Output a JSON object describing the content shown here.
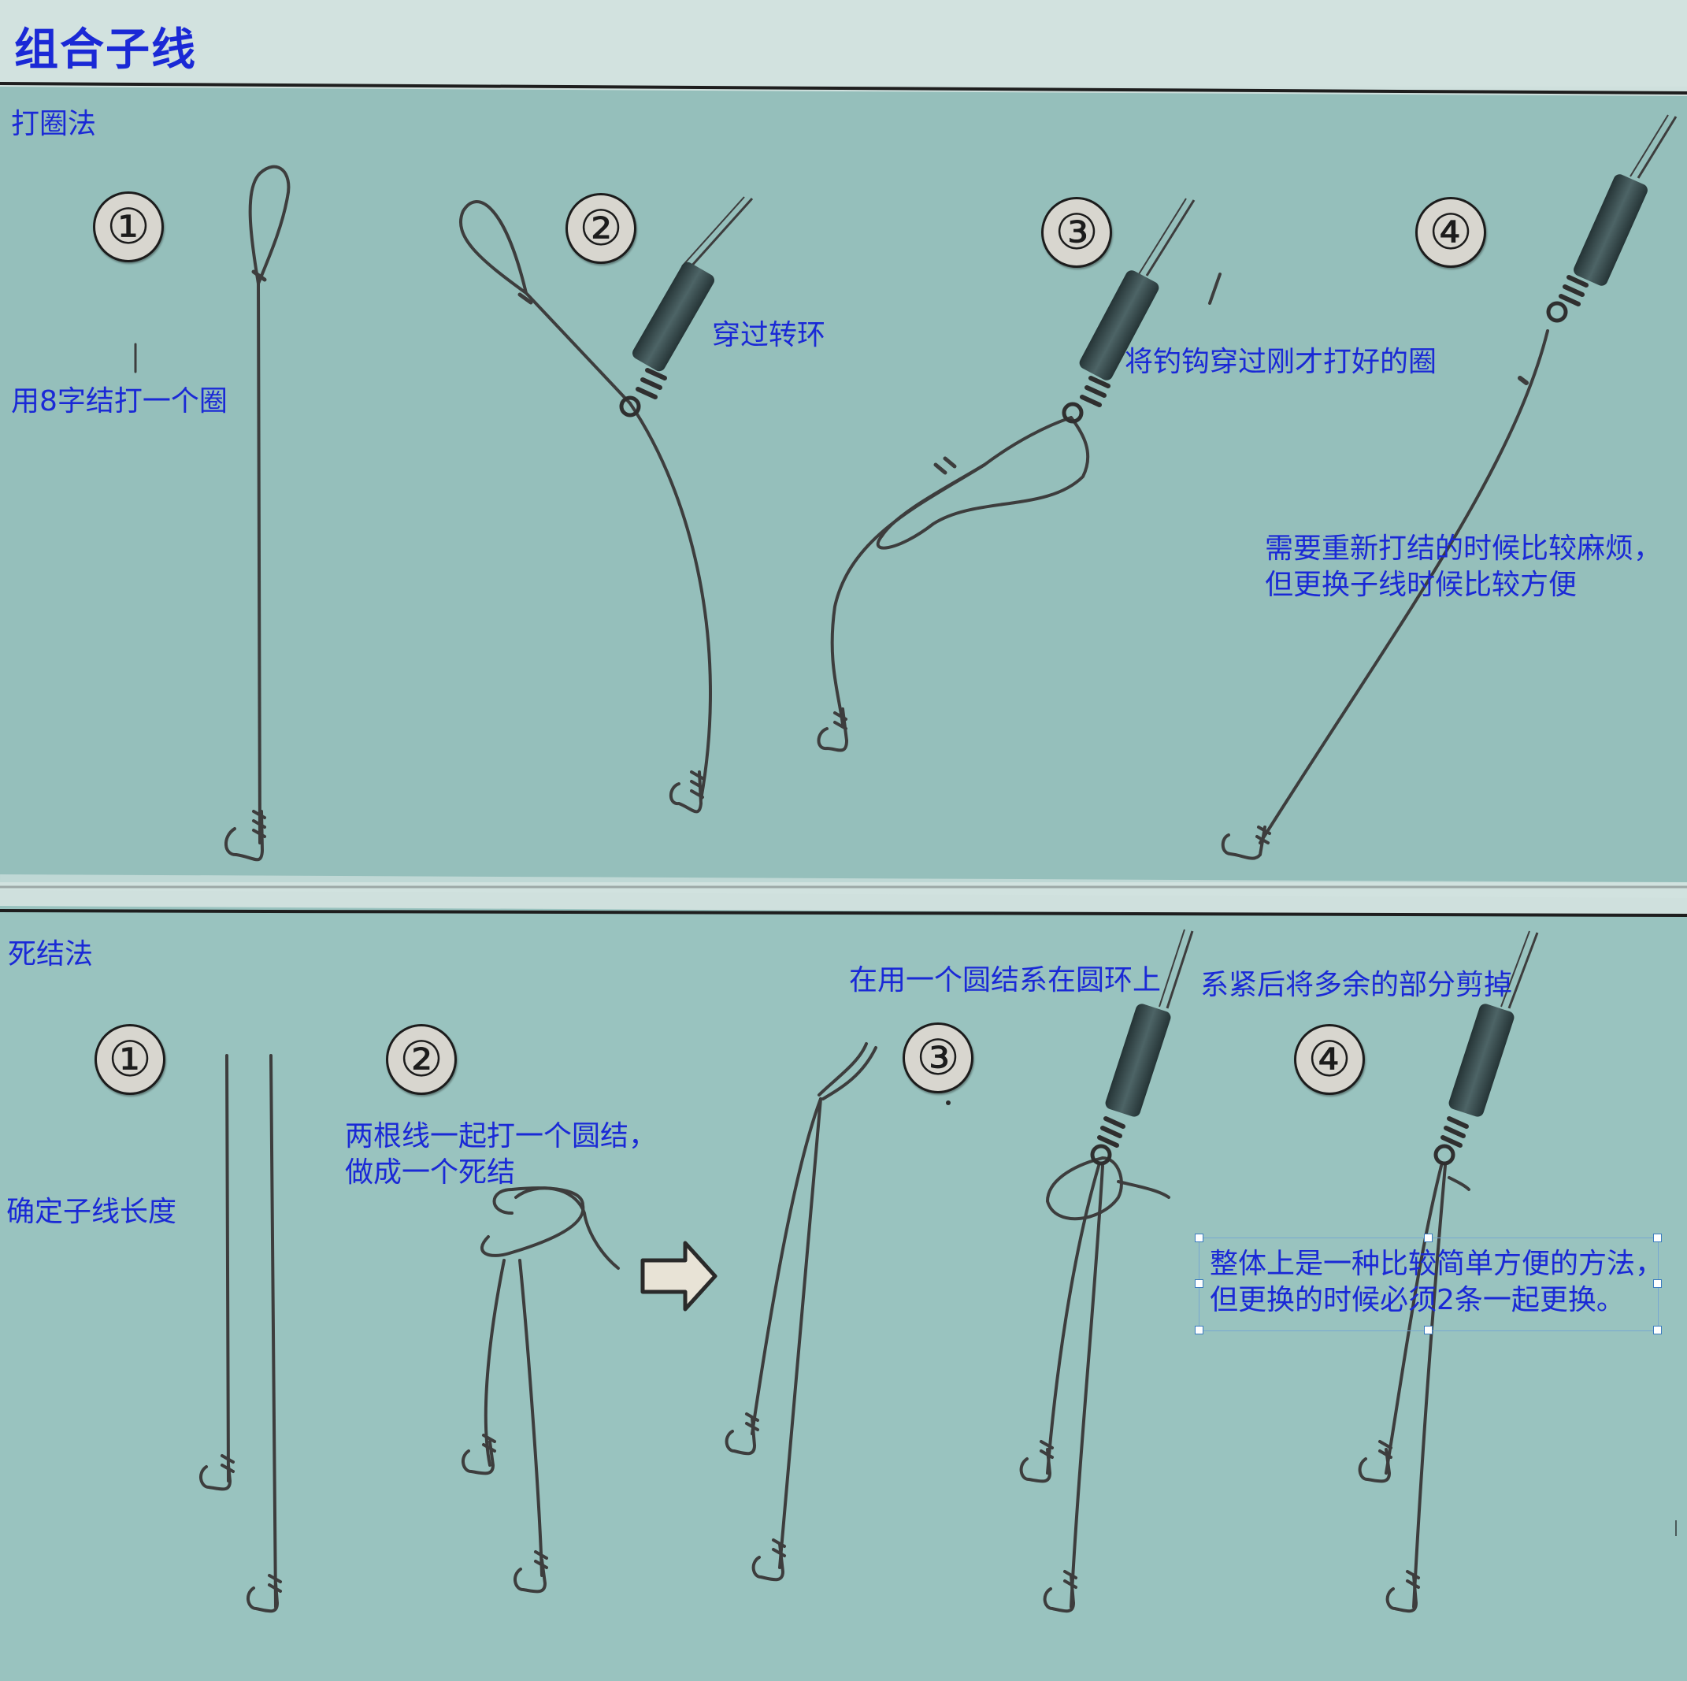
{
  "title": "组合子线",
  "colors": {
    "label": "#1a29d6",
    "panel": "#93bdb9",
    "line": "#3d3d3d",
    "swivel": "#35484a"
  },
  "section1": {
    "label": "打圈法",
    "steps": [
      "①",
      "②",
      "③",
      "④"
    ],
    "notes": {
      "step1": "用8字结打一个圈",
      "step2": "穿过转环",
      "step3": "将钓钩穿过刚才打好的圈",
      "step4_line1": "需要重新打结的时候比较麻烦，",
      "step4_line2": "但更换子线时候比较方便"
    }
  },
  "section2": {
    "label": "死结法",
    "steps": [
      "①",
      "②",
      "③",
      "④"
    ],
    "notes": {
      "step1": "确定子线长度",
      "step2_line1": "两根线一起打一个圆结，",
      "step2_line2": "做成一个死结",
      "step3": "在用一个圆结系在圆环上",
      "step4": "系紧后将多余的部分剪掉",
      "summary_line1": "整体上是一种比较简单方便的方法，",
      "summary_line2": "但更换的时候必须2条一起更换。"
    }
  }
}
